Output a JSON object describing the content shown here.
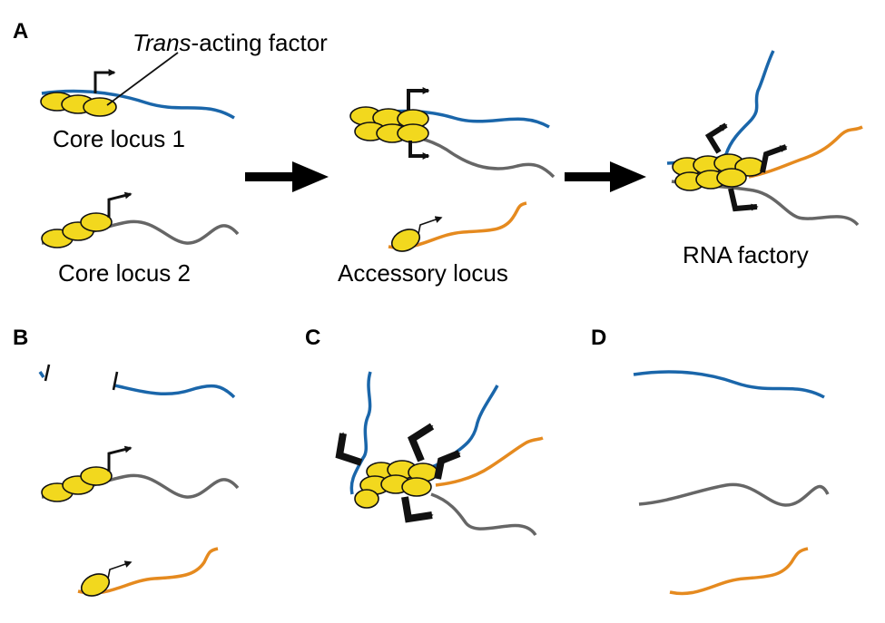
{
  "panels": {
    "a": "A",
    "b": "B",
    "c": "C",
    "d": "D"
  },
  "labels": {
    "trans_prefix": "Trans",
    "trans_suffix": "-acting factor",
    "core_locus_1": "Core locus 1",
    "core_locus_2": "Core locus 2",
    "accessory_locus": "Accessory locus",
    "rna_factory": "RNA factory"
  },
  "colors": {
    "blue_locus": "#1a66aa",
    "gray_locus": "#666666",
    "orange_locus": "#e58a1f",
    "factor_fill": "#f2d81e",
    "outline": "#111111"
  }
}
